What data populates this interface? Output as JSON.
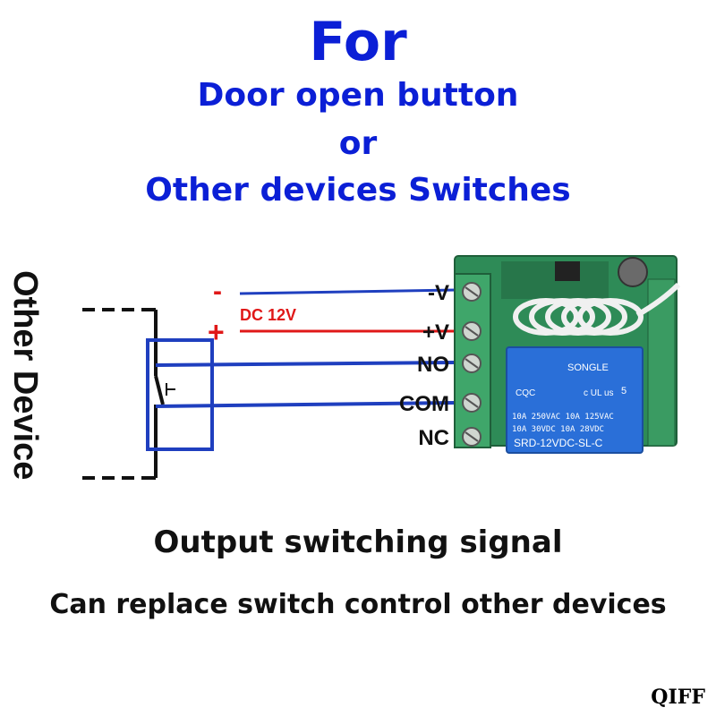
{
  "title": {
    "heading": "For",
    "line1": "Door open button",
    "line2": "or",
    "line3": "Other devices Switches"
  },
  "device_label": "Other Device",
  "power": {
    "minus_sign": "-",
    "plus_sign": "+",
    "voltage_label": "DC 12V"
  },
  "terminals": [
    "-V",
    "+V",
    "NO",
    "COM",
    "NC"
  ],
  "relay": {
    "brand": "SONGLE",
    "spec1": "10A 250VAC   10A 125VAC",
    "spec2": "10A  30VDC   10A  28VDC",
    "model": "SRD-12VDC-SL-C",
    "cert_cqc": "CQC",
    "cert_ul": "c UL us",
    "digit": "5"
  },
  "captions": {
    "main": "Output switching signal",
    "sub": "Can replace switch control other devices"
  },
  "watermark": "QIFF",
  "colors": {
    "title_blue": "#0b1fd6",
    "wire_blue": "#1f3fbf",
    "wire_red": "#e01818",
    "pcb_green": "#2e8b57",
    "terminal_green": "#3fa66a",
    "relay_blue": "#2a6fd8"
  }
}
